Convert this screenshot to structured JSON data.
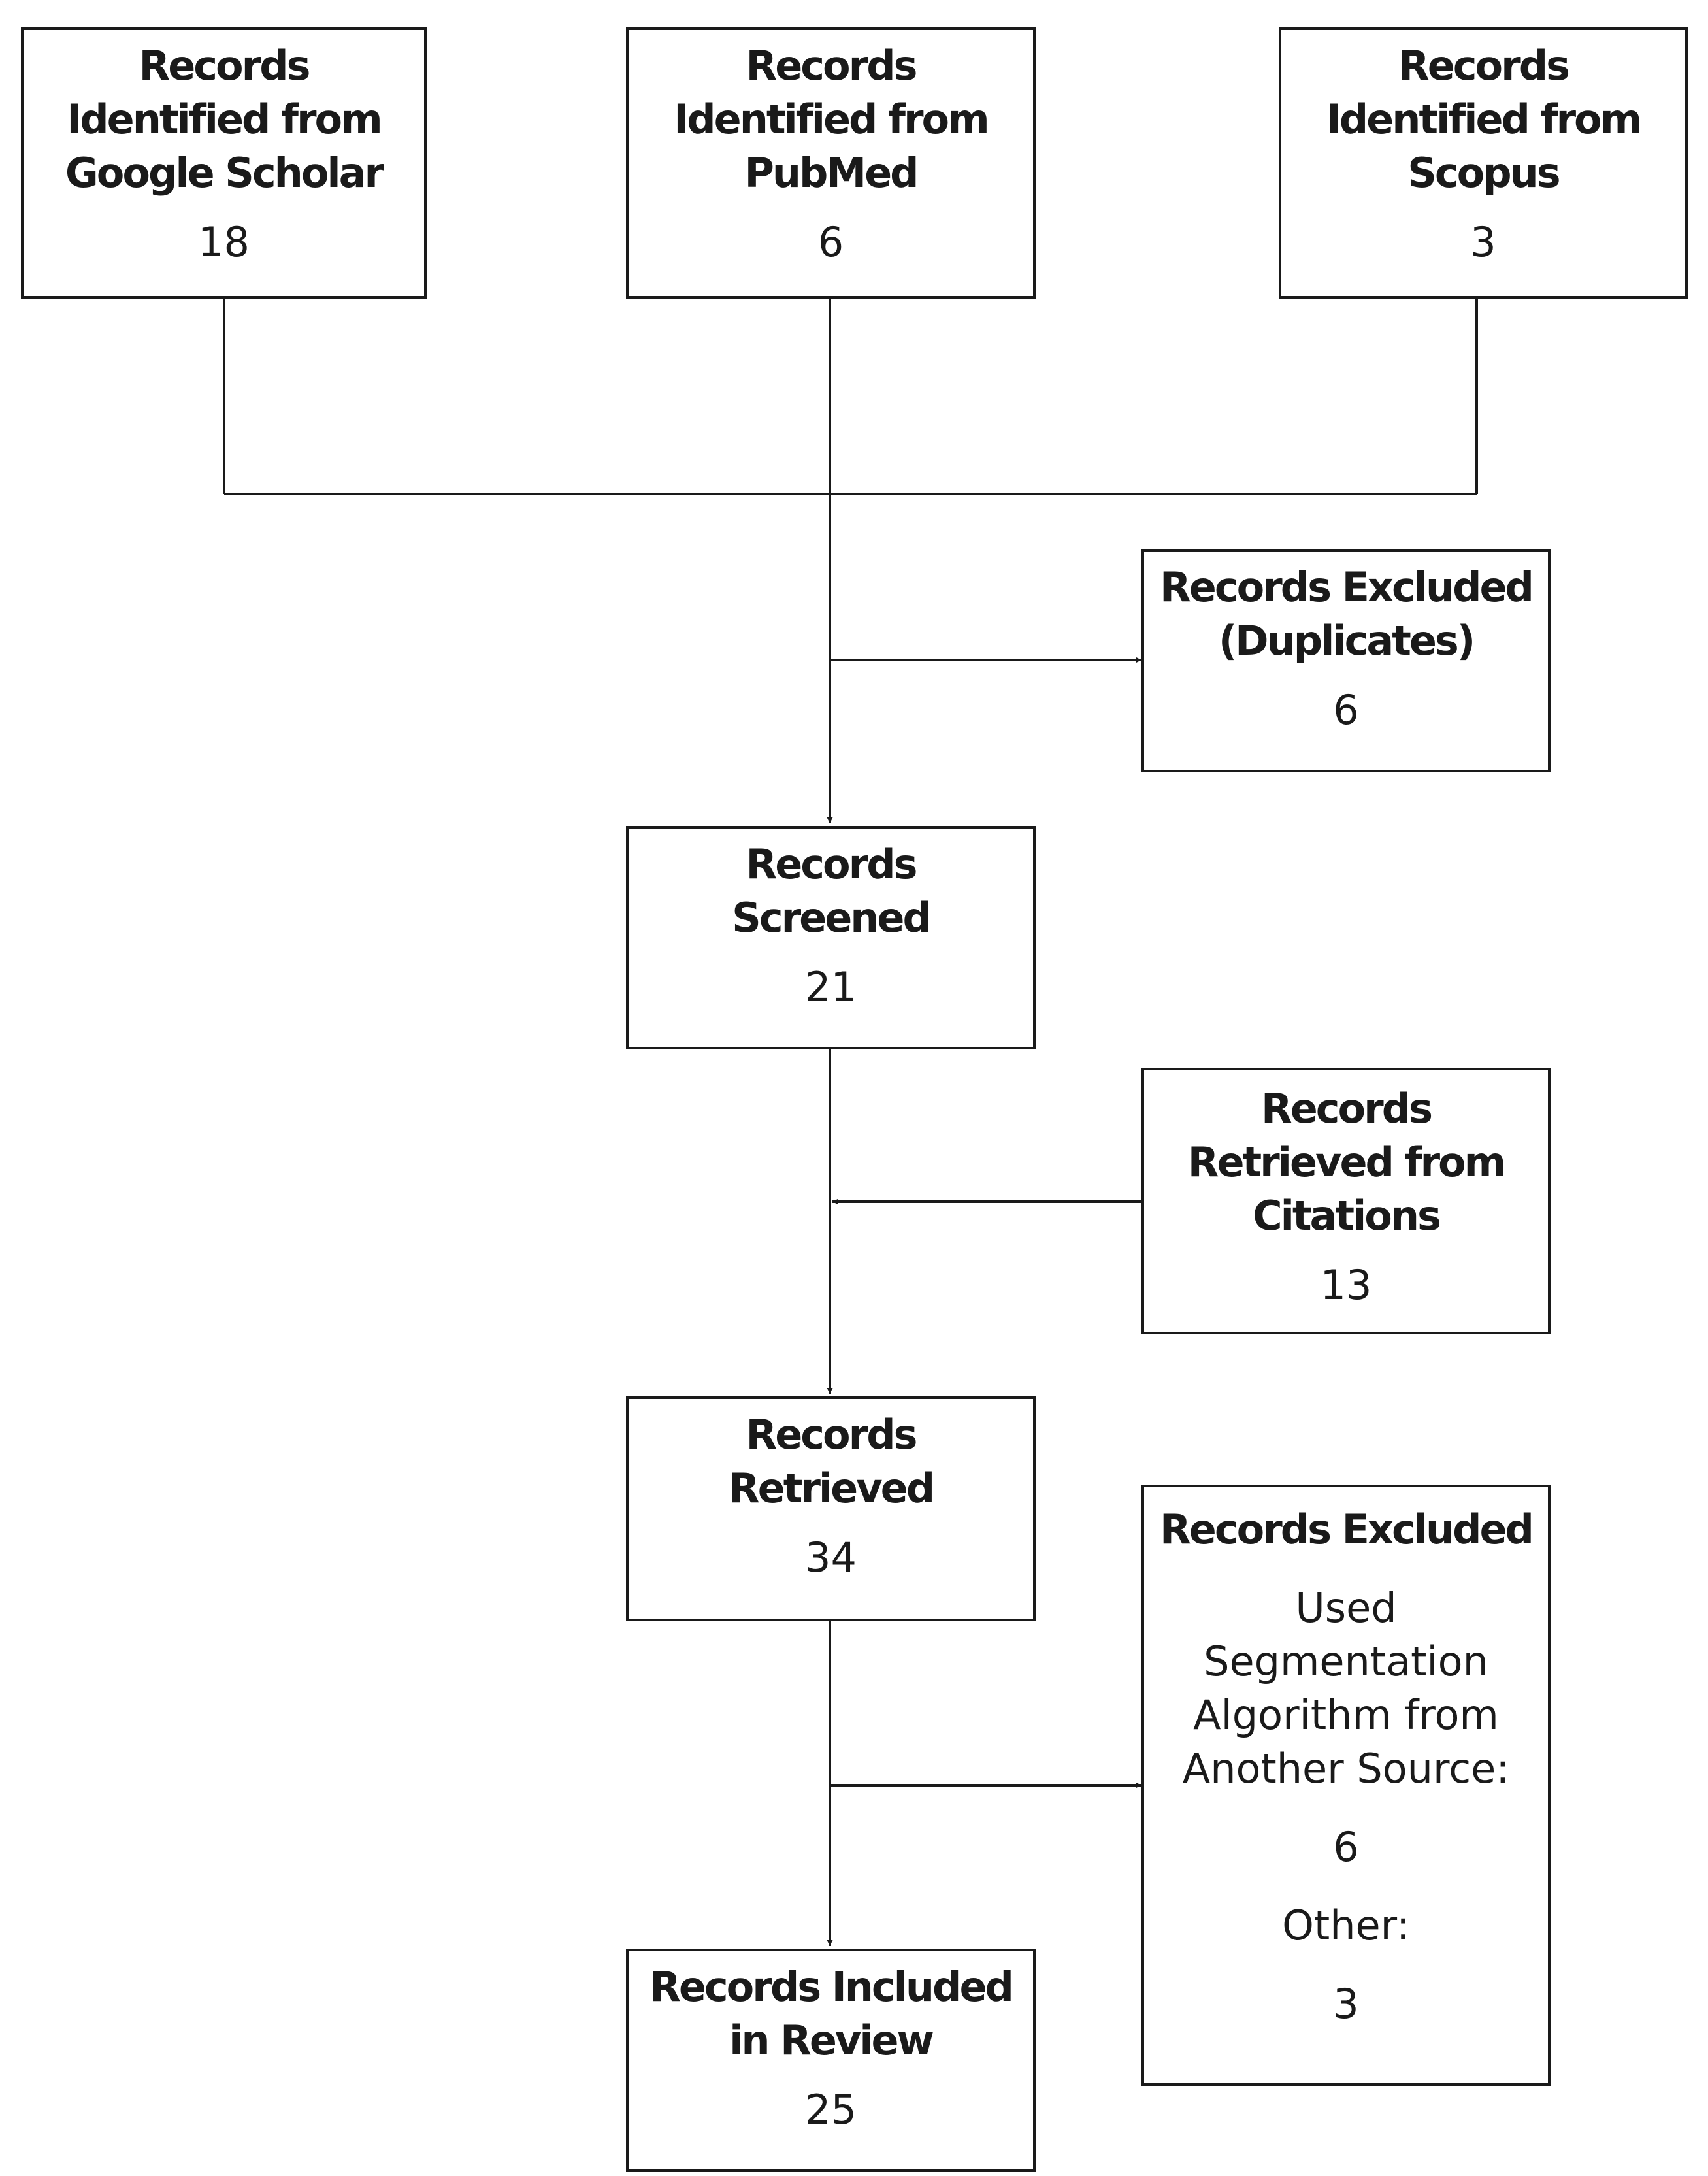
{
  "sources": [
    {
      "title": "Records\nIdentified from\nGoogle Scholar",
      "count": "18"
    },
    {
      "title": "Records\nIdentified from\nPubMed",
      "count": "6"
    },
    {
      "title": "Records\nIdentified from\nScopus",
      "count": "3"
    }
  ],
  "duplicates": {
    "title": "Records Excluded\n(Duplicates)",
    "count": "6"
  },
  "screened": {
    "title": "Records\nScreened",
    "count": "21"
  },
  "citations": {
    "title": "Records\nRetrieved from\nCitations",
    "count": "13"
  },
  "retrieved": {
    "title": "Records\nRetrieved",
    "count": "34"
  },
  "excluded": {
    "title": "Records Excluded",
    "reason1_label": "Used\nSegmentation\nAlgorithm from\nAnother Source:",
    "reason1_count": "6",
    "reason2_label": "Other:",
    "reason2_count": "3"
  },
  "included": {
    "title": "Records Included\nin Review",
    "count": "25"
  }
}
